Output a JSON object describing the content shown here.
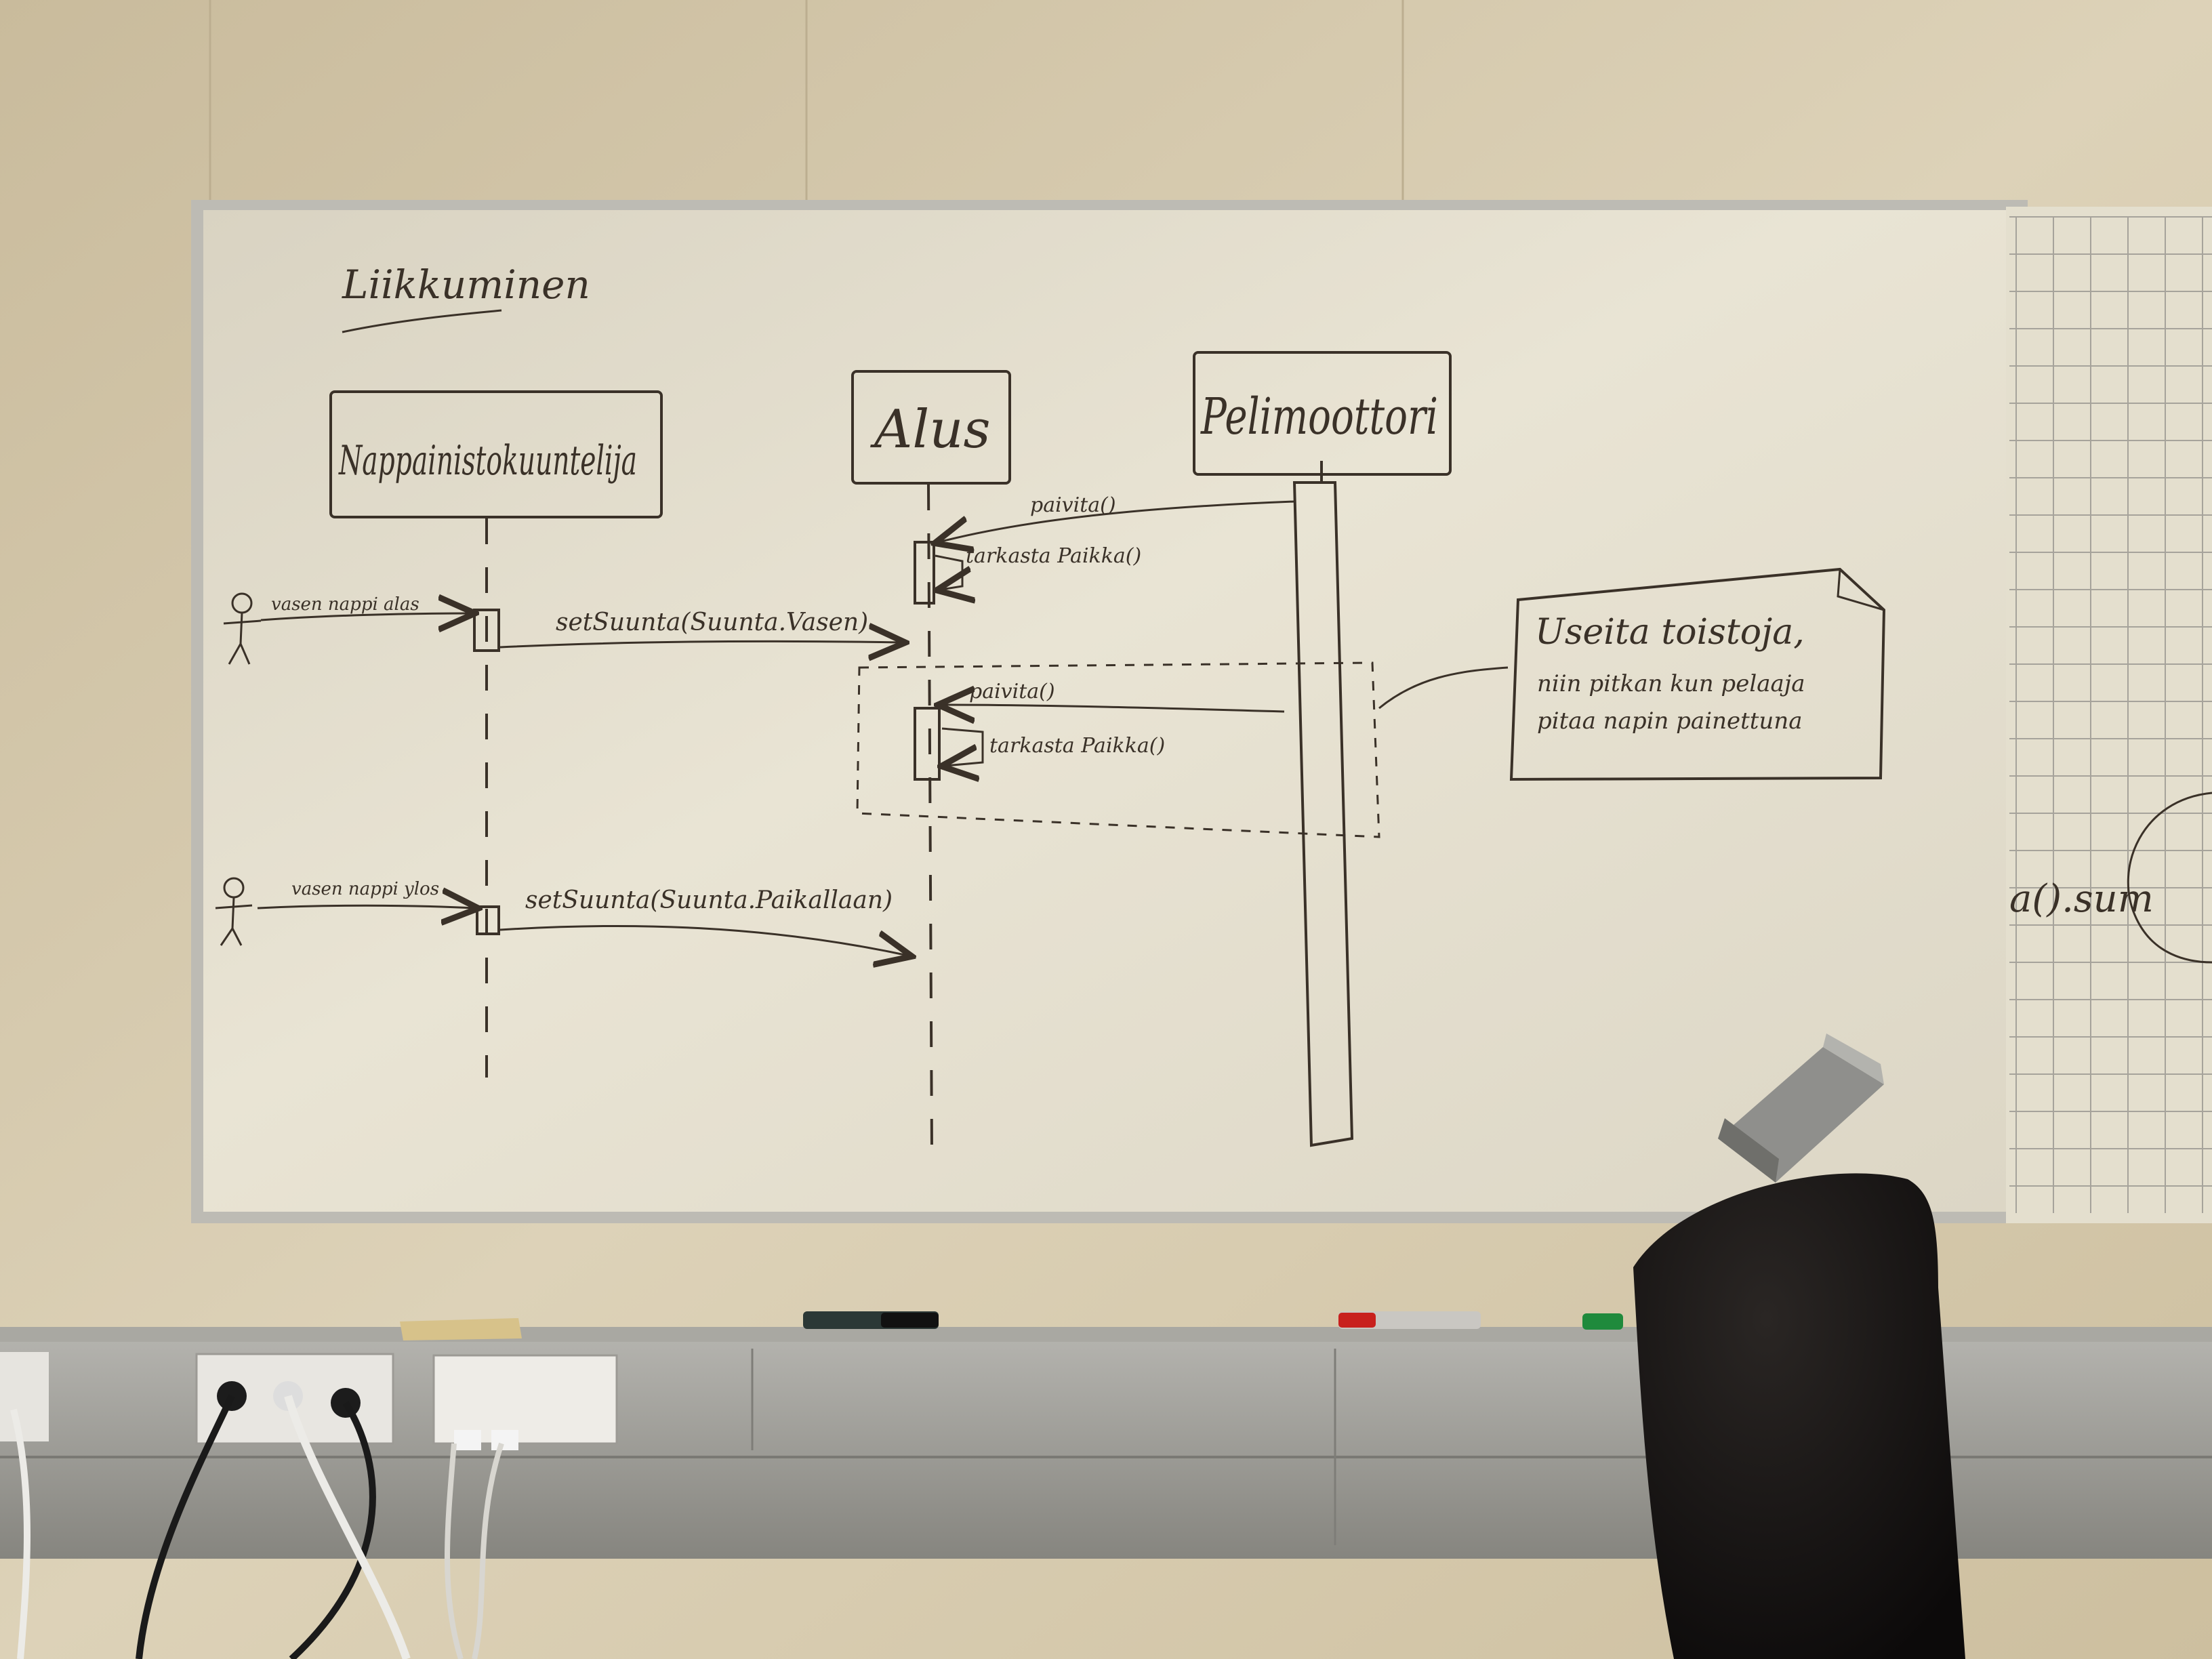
{
  "title": "Liikkuminen",
  "lifelines": [
    {
      "label": "Nappainistokuuntelija"
    },
    {
      "label": "Alus"
    },
    {
      "label": "Pelimoottori"
    }
  ],
  "messages": [
    {
      "label": "vasen nappi alas"
    },
    {
      "label": "setSuunta(Suunta.Vasen)"
    },
    {
      "label": "paivita()"
    },
    {
      "label": "tarkasta Paikka()"
    },
    {
      "label": "paivita()"
    },
    {
      "label": "tarkasta Paikka()"
    },
    {
      "label": "vasen nappi ylos"
    },
    {
      "label": "setSuunta(Suunta.Paikallaan)"
    }
  ],
  "note": {
    "line1": "Useita toistoja,",
    "line2": "niin pitkan kun pelaaja",
    "line3": "pitaa napin painettuna"
  },
  "side_board_text": "a().sum",
  "colors": {
    "wall": "#d6cab0",
    "board": "#e6e0cf",
    "ink": "#3a3128",
    "rail": "#9a9a96",
    "chair": "#141212"
  }
}
